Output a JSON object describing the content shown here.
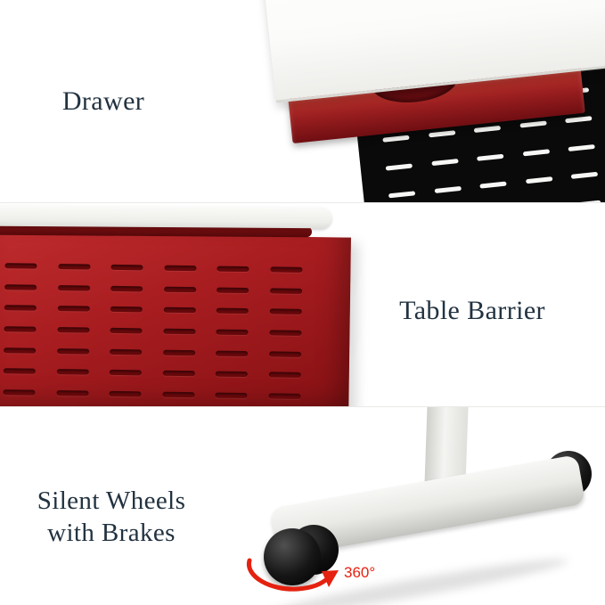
{
  "colors": {
    "text": "#223240",
    "accent_red": "#a81d20",
    "panel_black": "#0a0a0a",
    "rotation_red": "#e5210f"
  },
  "features": {
    "drawer": {
      "label": "Drawer"
    },
    "table_barrier": {
      "label": "Table Barrier"
    },
    "wheels": {
      "label_line1": "Silent Wheels",
      "label_line2": "with Brakes",
      "rotation_label": "360°"
    }
  }
}
